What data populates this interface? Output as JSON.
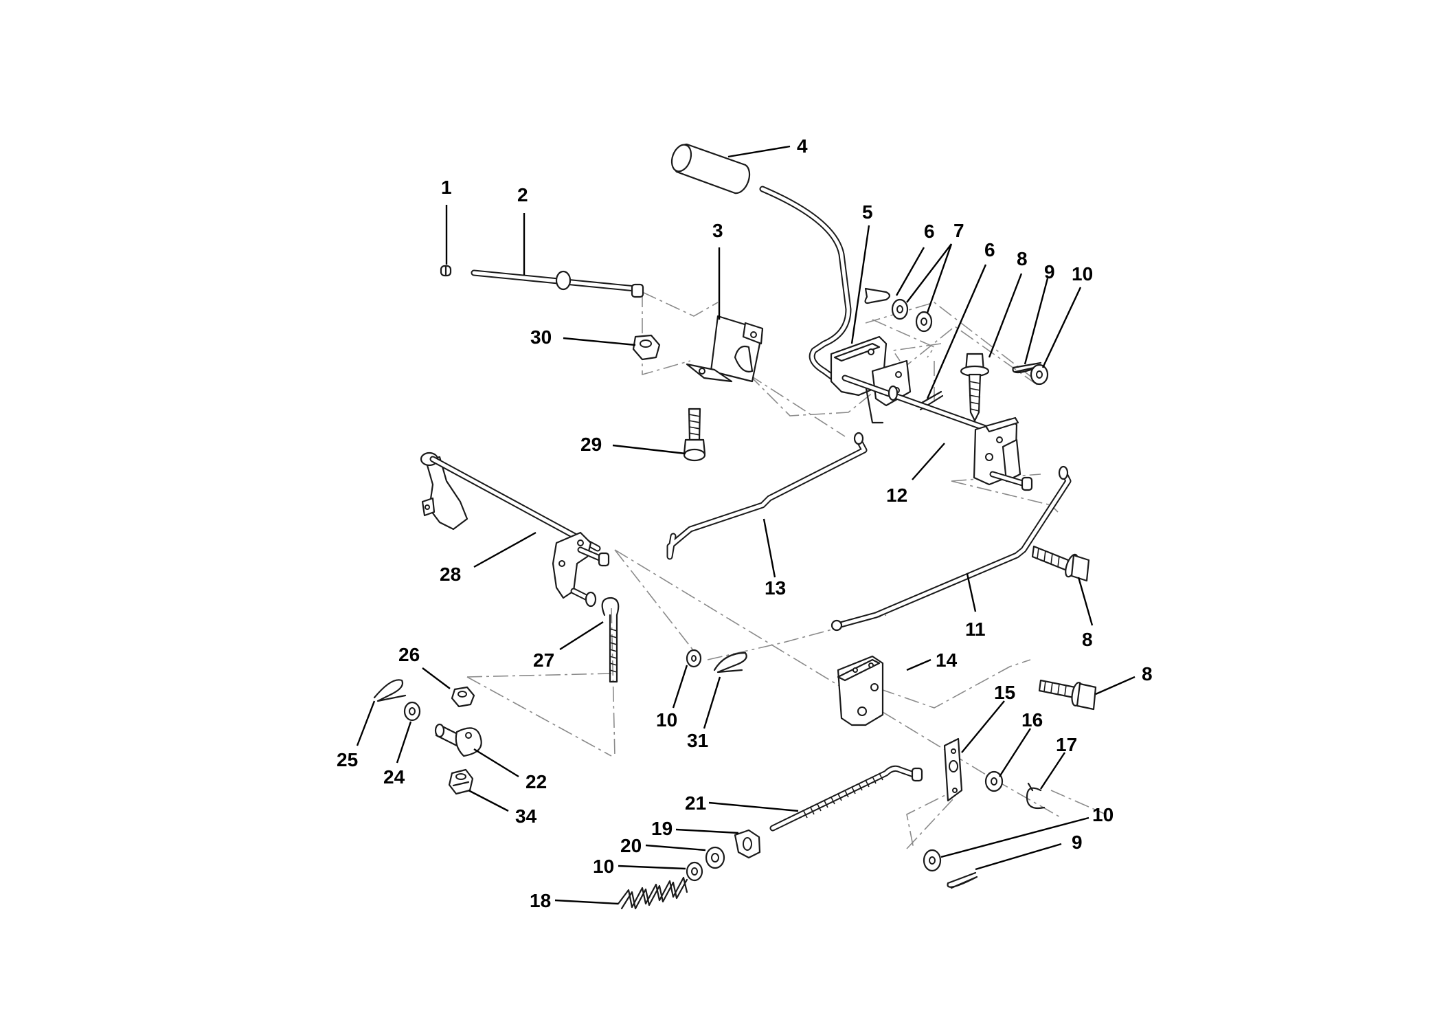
{
  "diagram": {
    "callouts": [
      {
        "id": "c1",
        "label": "1",
        "part": "pin-end-cap"
      },
      {
        "id": "c2",
        "label": "2",
        "part": "lift-rod"
      },
      {
        "id": "c3",
        "label": "3",
        "part": "mount-bracket"
      },
      {
        "id": "c4",
        "label": "4",
        "part": "handle-grip"
      },
      {
        "id": "c5",
        "label": "5",
        "part": "lift-lever-bracket"
      },
      {
        "id": "c6a",
        "label": "6",
        "part": "cotter-pin"
      },
      {
        "id": "c7",
        "label": "7",
        "part": "washer-pair"
      },
      {
        "id": "c6b",
        "label": "6",
        "part": "cotter-pin"
      },
      {
        "id": "c8a",
        "label": "8",
        "part": "flange-bolt"
      },
      {
        "id": "c9a",
        "label": "9",
        "part": "cotter-pin"
      },
      {
        "id": "c10a",
        "label": "10",
        "part": "washer"
      },
      {
        "id": "c30",
        "label": "30",
        "part": "hex-lock-nut"
      },
      {
        "id": "c29",
        "label": "29",
        "part": "shoulder-bolt"
      },
      {
        "id": "c12",
        "label": "12",
        "part": "cross-shaft"
      },
      {
        "id": "c13",
        "label": "13",
        "part": "link-rod"
      },
      {
        "id": "c28",
        "label": "28",
        "part": "rear-lift-shaft"
      },
      {
        "id": "c11",
        "label": "11",
        "part": "link-rod-long"
      },
      {
        "id": "c8b",
        "label": "8",
        "part": "flange-bolt"
      },
      {
        "id": "c27",
        "label": "27",
        "part": "hook-bolt"
      },
      {
        "id": "c14",
        "label": "14",
        "part": "pivot-bracket"
      },
      {
        "id": "c8c",
        "label": "8",
        "part": "flange-bolt"
      },
      {
        "id": "c26",
        "label": "26",
        "part": "hex-nut"
      },
      {
        "id": "c10b",
        "label": "10",
        "part": "washer"
      },
      {
        "id": "c31",
        "label": "31",
        "part": "hairpin-clip"
      },
      {
        "id": "c15",
        "label": "15",
        "part": "plate"
      },
      {
        "id": "c16",
        "label": "16",
        "part": "washer"
      },
      {
        "id": "c17",
        "label": "17",
        "part": "e-clip"
      },
      {
        "id": "c25",
        "label": "25",
        "part": "hairpin-clip"
      },
      {
        "id": "c24",
        "label": "24",
        "part": "washer"
      },
      {
        "id": "c22",
        "label": "22",
        "part": "trunnion"
      },
      {
        "id": "c34",
        "label": "34",
        "part": "lock-nut"
      },
      {
        "id": "c21",
        "label": "21",
        "part": "adjuster-rod"
      },
      {
        "id": "c19",
        "label": "19",
        "part": "hex-nut"
      },
      {
        "id": "c20",
        "label": "20",
        "part": "washer"
      },
      {
        "id": "c10c",
        "label": "10",
        "part": "washer"
      },
      {
        "id": "c18",
        "label": "18",
        "part": "spring"
      },
      {
        "id": "c10d",
        "label": "10",
        "part": "washer"
      },
      {
        "id": "c9b",
        "label": "9",
        "part": "cotter-pin"
      }
    ]
  }
}
